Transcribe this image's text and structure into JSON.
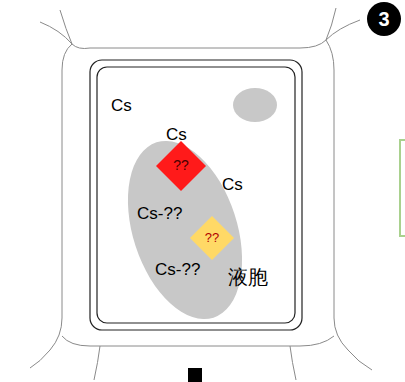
{
  "diagram": {
    "nodes": [
      {
        "text": [
          "3"
        ]
      },
      {
        "text": [
          "Cs-??",
          "Cs-??",
          "液胞"
        ]
      },
      {
        "text": [
          "??"
        ]
      },
      {
        "text": [
          "??"
        ],
        "in": 1
      }
    ],
    "labels": [
      "Cs",
      "Cs",
      "Cs"
    ]
  }
}
